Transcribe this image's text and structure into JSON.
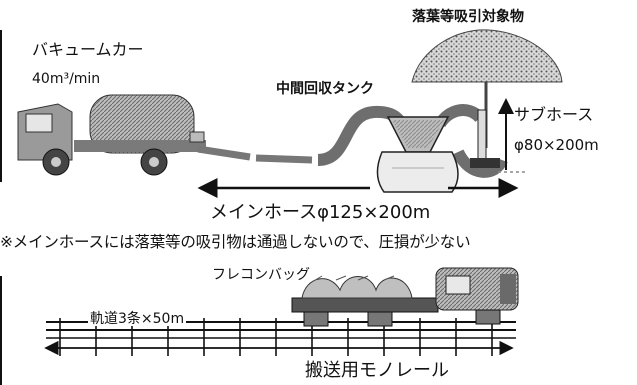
{
  "diagram": {
    "vacuum_car": {
      "name": "バキュームカー",
      "capacity": "40m³/min"
    },
    "intermediate_tank": "中間回収タンク",
    "suction_target": "落葉等吸引対象物",
    "sub_hose": {
      "name": "サブホース",
      "spec": "φ80×200m"
    },
    "main_hose": "メインホースφ125×200m",
    "note": "※メインホースには落葉等の吸引物は通過しないので、圧損が少ない",
    "flexible_bag": "フレコンバッグ",
    "rail": "軌道3条×50m",
    "monorail": "搬送用モノレール"
  },
  "colors": {
    "line": "#111111",
    "truck_body": "#8a8a8a",
    "hose": "#6e6e6e",
    "tree": "#9a9a9a",
    "bag": "#dcdcdc"
  },
  "icons": {
    "vacuum_truck": "truck-icon",
    "tree": "tree-icon",
    "monorail_train": "monorail-icon"
  }
}
